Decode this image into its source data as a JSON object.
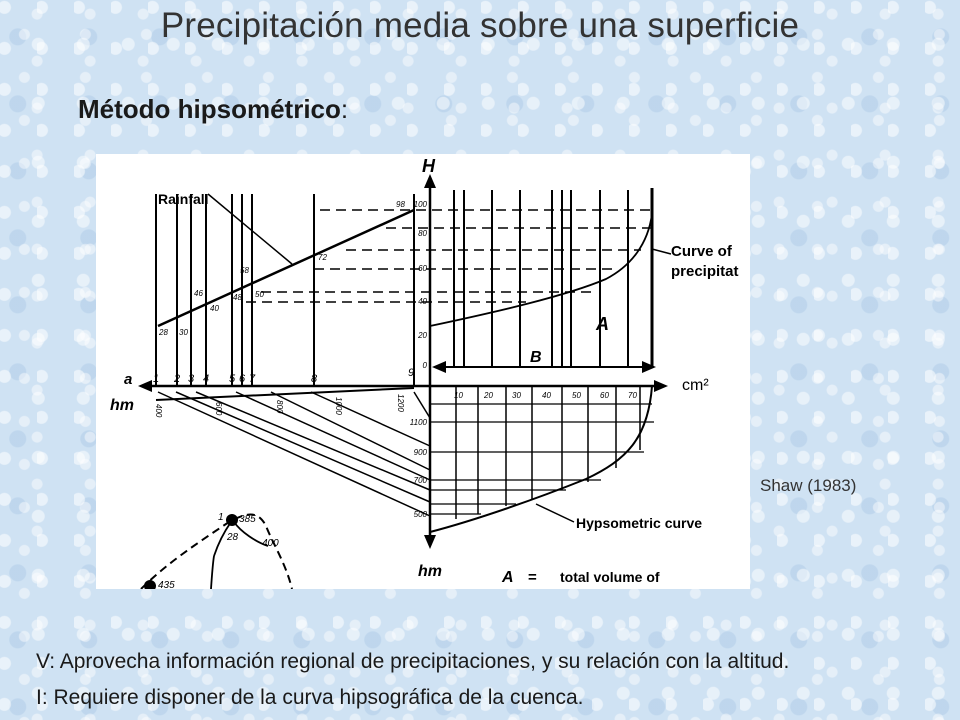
{
  "slide": {
    "title": "Precipitación media sobre una superficie",
    "subtitle": "Método hipsométrico",
    "subtitle_suffix": ":",
    "credit": "Shaw (1983)",
    "bullet_1": "V: Aprovecha información regional de precipitaciones, y su relación con la altitud.",
    "bullet_2": "I: Requiere disponer de la curva hipsográfica de la cuenca."
  },
  "figure": {
    "label_rainfall": "Rainfall",
    "axis_H": "H",
    "axis_hm_left": "hm",
    "axis_hm_bottom": "hm",
    "axis_a": "a",
    "axis_cm2": "cm²",
    "label_B": "B",
    "label_A": "A",
    "curve_precip_1": "Curve of",
    "curve_precip_2": "precipitat",
    "hypsometric_curve": "Hypsometric curve",
    "legend_A": "A",
    "legend_eq": "=",
    "legend_text": "total volume of",
    "station_numbers": [
      "1",
      "2",
      "3",
      "4",
      "5",
      "6",
      "7",
      "8",
      "9"
    ],
    "rain_values": [
      "28",
      "30",
      "40",
      "46",
      "48",
      "50",
      "58",
      "72",
      "98"
    ],
    "left_elev_ticks": [
      "400",
      "600",
      "800",
      "1000",
      "1200"
    ],
    "right_elev_ticks": [
      "1100",
      "900",
      "700",
      "500"
    ],
    "H_ticks": [
      "100",
      "80",
      "60",
      "40",
      "20",
      "0"
    ],
    "cm2_ticks": [
      "10",
      "20",
      "30",
      "40",
      "50",
      "60",
      "70"
    ],
    "map_labels": [
      "385",
      "28",
      "400",
      "435",
      "1"
    ]
  }
}
